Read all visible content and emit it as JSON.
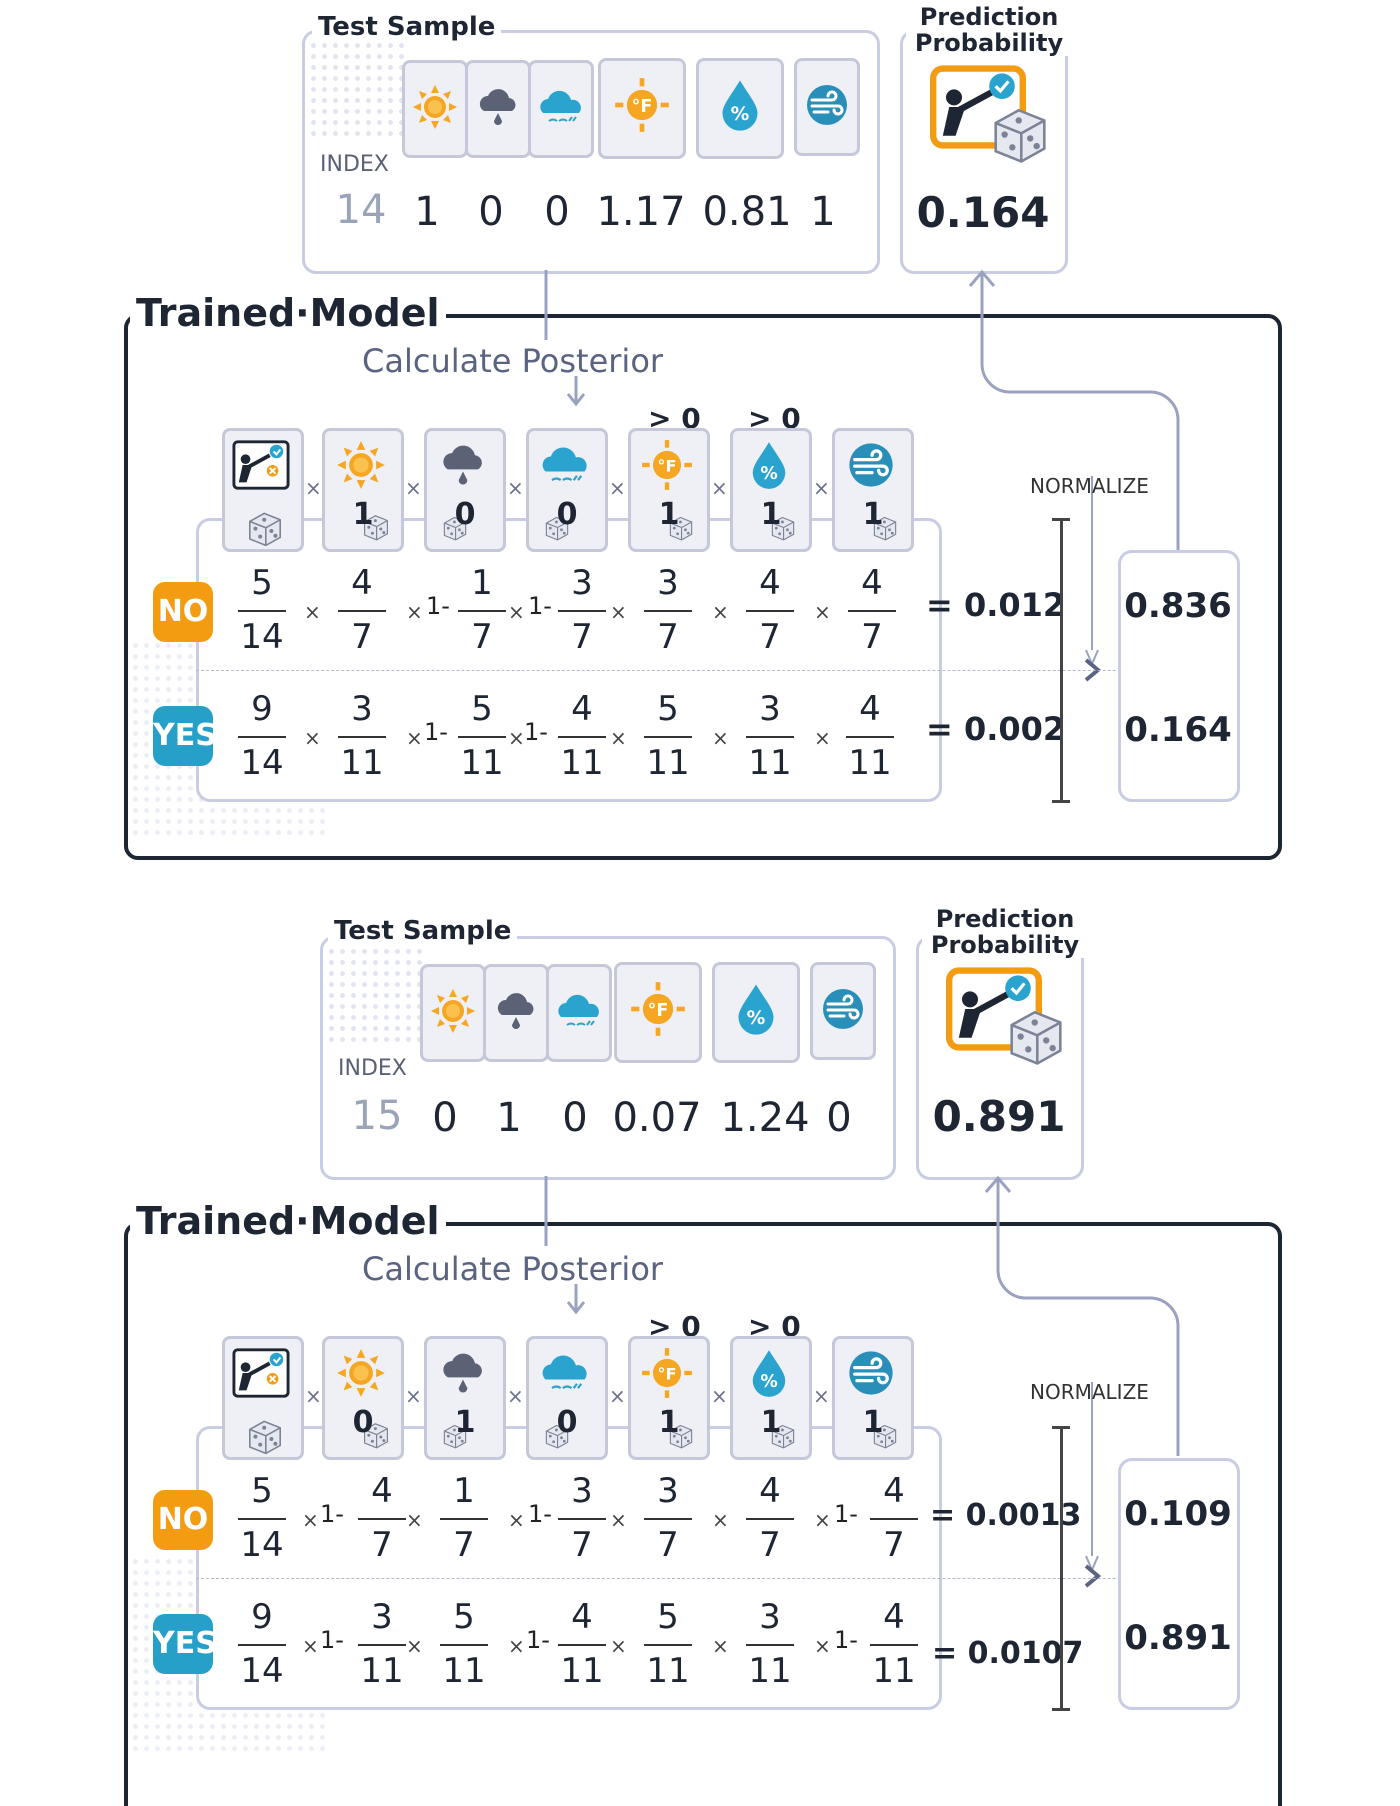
{
  "labels": {
    "test_sample": "Test Sample",
    "prediction_title_1": "Prediction",
    "prediction_title_2": "Probability",
    "index_label": "INDEX",
    "trained_model": "Trained·Model",
    "calculate_posterior": "Calculate Posterior",
    "normalize": "NORMALIZE",
    "gt_zero": "> 0",
    "no_badge": "NO",
    "yes_badge": "YES",
    "times": "×",
    "one_minus": "1-"
  },
  "colors": {
    "no": "#f39c12",
    "yes": "#26a0c9",
    "frame": "#1e2533",
    "box_border": "#c9cde3"
  },
  "icons": [
    "sunny-icon",
    "rain-cloud-icon",
    "overcast-icon",
    "temperature-icon",
    "humidity-icon",
    "wind-icon"
  ],
  "panels": [
    {
      "sample": {
        "index": "14",
        "values": [
          "1",
          "0",
          "0",
          "1.17",
          "0.81",
          "1"
        ]
      },
      "prediction": "0.164",
      "conditions": [
        "1",
        "0",
        "0",
        "1",
        "1",
        "1"
      ],
      "no_row": {
        "terms": [
          {
            "one_minus": false,
            "num": "5",
            "den": "14"
          },
          {
            "one_minus": false,
            "num": "4",
            "den": "7"
          },
          {
            "one_minus": true,
            "num": "1",
            "den": "7"
          },
          {
            "one_minus": true,
            "num": "3",
            "den": "7"
          },
          {
            "one_minus": false,
            "num": "3",
            "den": "7"
          },
          {
            "one_minus": false,
            "num": "4",
            "den": "7"
          },
          {
            "one_minus": false,
            "num": "4",
            "den": "7"
          }
        ],
        "result": "= 0.012",
        "normalized": "0.836"
      },
      "yes_row": {
        "terms": [
          {
            "one_minus": false,
            "num": "9",
            "den": "14"
          },
          {
            "one_minus": false,
            "num": "3",
            "den": "11"
          },
          {
            "one_minus": true,
            "num": "5",
            "den": "11"
          },
          {
            "one_minus": true,
            "num": "4",
            "den": "11"
          },
          {
            "one_minus": false,
            "num": "5",
            "den": "11"
          },
          {
            "one_minus": false,
            "num": "3",
            "den": "11"
          },
          {
            "one_minus": false,
            "num": "4",
            "den": "11"
          }
        ],
        "result": "= 0.002",
        "normalized": "0.164"
      }
    },
    {
      "sample": {
        "index": "15",
        "values": [
          "0",
          "1",
          "0",
          "0.07",
          "1.24",
          "0"
        ]
      },
      "prediction": "0.891",
      "conditions": [
        "0",
        "1",
        "0",
        "1",
        "1",
        "1"
      ],
      "no_row": {
        "terms": [
          {
            "one_minus": false,
            "num": "5",
            "den": "14"
          },
          {
            "one_minus": true,
            "num": "4",
            "den": "7"
          },
          {
            "one_minus": false,
            "num": "1",
            "den": "7"
          },
          {
            "one_minus": true,
            "num": "3",
            "den": "7"
          },
          {
            "one_minus": false,
            "num": "3",
            "den": "7"
          },
          {
            "one_minus": false,
            "num": "4",
            "den": "7"
          },
          {
            "one_minus": true,
            "num": "4",
            "den": "7"
          }
        ],
        "result": "= 0.0013",
        "normalized": "0.109"
      },
      "yes_row": {
        "terms": [
          {
            "one_minus": false,
            "num": "9",
            "den": "14"
          },
          {
            "one_minus": true,
            "num": "3",
            "den": "11"
          },
          {
            "one_minus": false,
            "num": "5",
            "den": "11"
          },
          {
            "one_minus": true,
            "num": "4",
            "den": "11"
          },
          {
            "one_minus": false,
            "num": "5",
            "den": "11"
          },
          {
            "one_minus": false,
            "num": "3",
            "den": "11"
          },
          {
            "one_minus": true,
            "num": "4",
            "den": "11"
          }
        ],
        "result": "= 0.0107",
        "normalized": "0.891"
      }
    }
  ]
}
